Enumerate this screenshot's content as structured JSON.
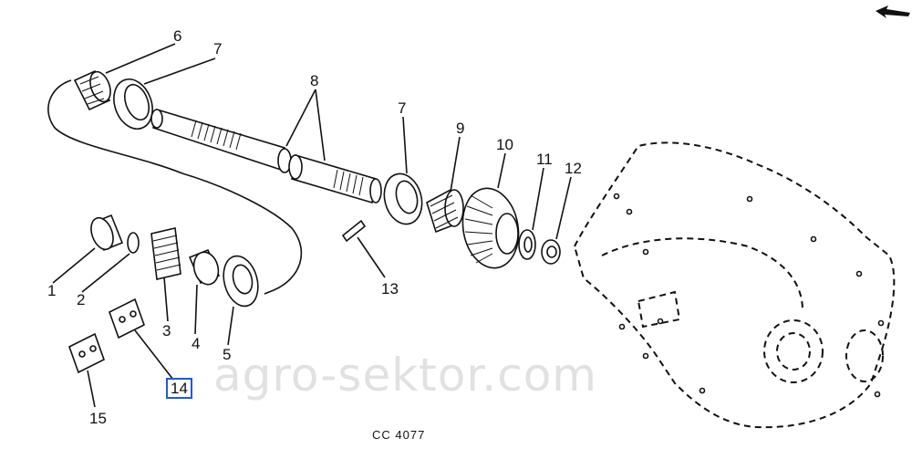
{
  "diagram": {
    "callouts": {
      "p1": "1",
      "p2": "2",
      "p3": "3",
      "p4": "4",
      "p5": "5",
      "p6": "6",
      "p7a": "7",
      "p7b": "7",
      "p8": "8",
      "p9": "9",
      "p10": "10",
      "p11": "11",
      "p12": "12",
      "p13": "13",
      "p14": "14",
      "p15": "15"
    },
    "selected_callout": "14",
    "drawing_code": "CC  4077",
    "watermark": "agro-sektor.com"
  }
}
